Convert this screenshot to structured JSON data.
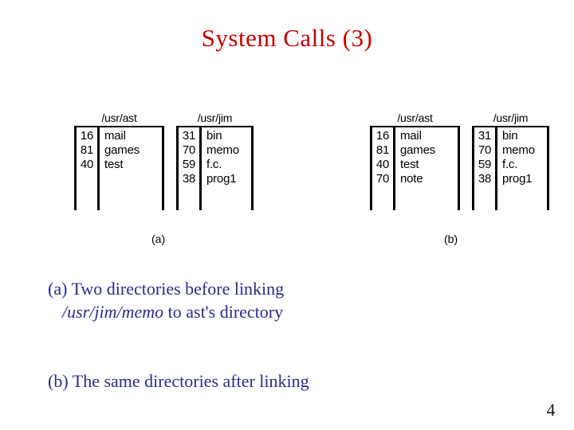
{
  "slide": {
    "title": "System Calls (3)",
    "page_number": "4",
    "title_color": "#C00000",
    "caption_color": "#2B2B8F"
  },
  "figure": {
    "panels": [
      {
        "sub_label": "(a)",
        "directories": [
          {
            "header": "/usr/ast",
            "entries": [
              {
                "inode": "16",
                "name": "mail"
              },
              {
                "inode": "81",
                "name": "games"
              },
              {
                "inode": "40",
                "name": "test"
              }
            ]
          },
          {
            "header": "/usr/jim",
            "entries": [
              {
                "inode": "31",
                "name": "bin"
              },
              {
                "inode": "70",
                "name": "memo"
              },
              {
                "inode": "59",
                "name": "f.c."
              },
              {
                "inode": "38",
                "name": "prog1"
              }
            ]
          }
        ]
      },
      {
        "sub_label": "(b)",
        "directories": [
          {
            "header": "/usr/ast",
            "entries": [
              {
                "inode": "16",
                "name": "mail"
              },
              {
                "inode": "81",
                "name": "games"
              },
              {
                "inode": "40",
                "name": "test"
              },
              {
                "inode": "70",
                "name": "note"
              }
            ]
          },
          {
            "header": "/usr/jim",
            "entries": [
              {
                "inode": "31",
                "name": "bin"
              },
              {
                "inode": "70",
                "name": "memo"
              },
              {
                "inode": "59",
                "name": "f.c."
              },
              {
                "inode": "38",
                "name": "prog1"
              }
            ]
          }
        ]
      }
    ]
  },
  "captions": {
    "a_line1": "(a) Two directories before linking",
    "a_path": "/usr/jim/memo",
    "a_line2_rest": " to ast's directory",
    "b_line1": "(b) The same directories after linking"
  }
}
